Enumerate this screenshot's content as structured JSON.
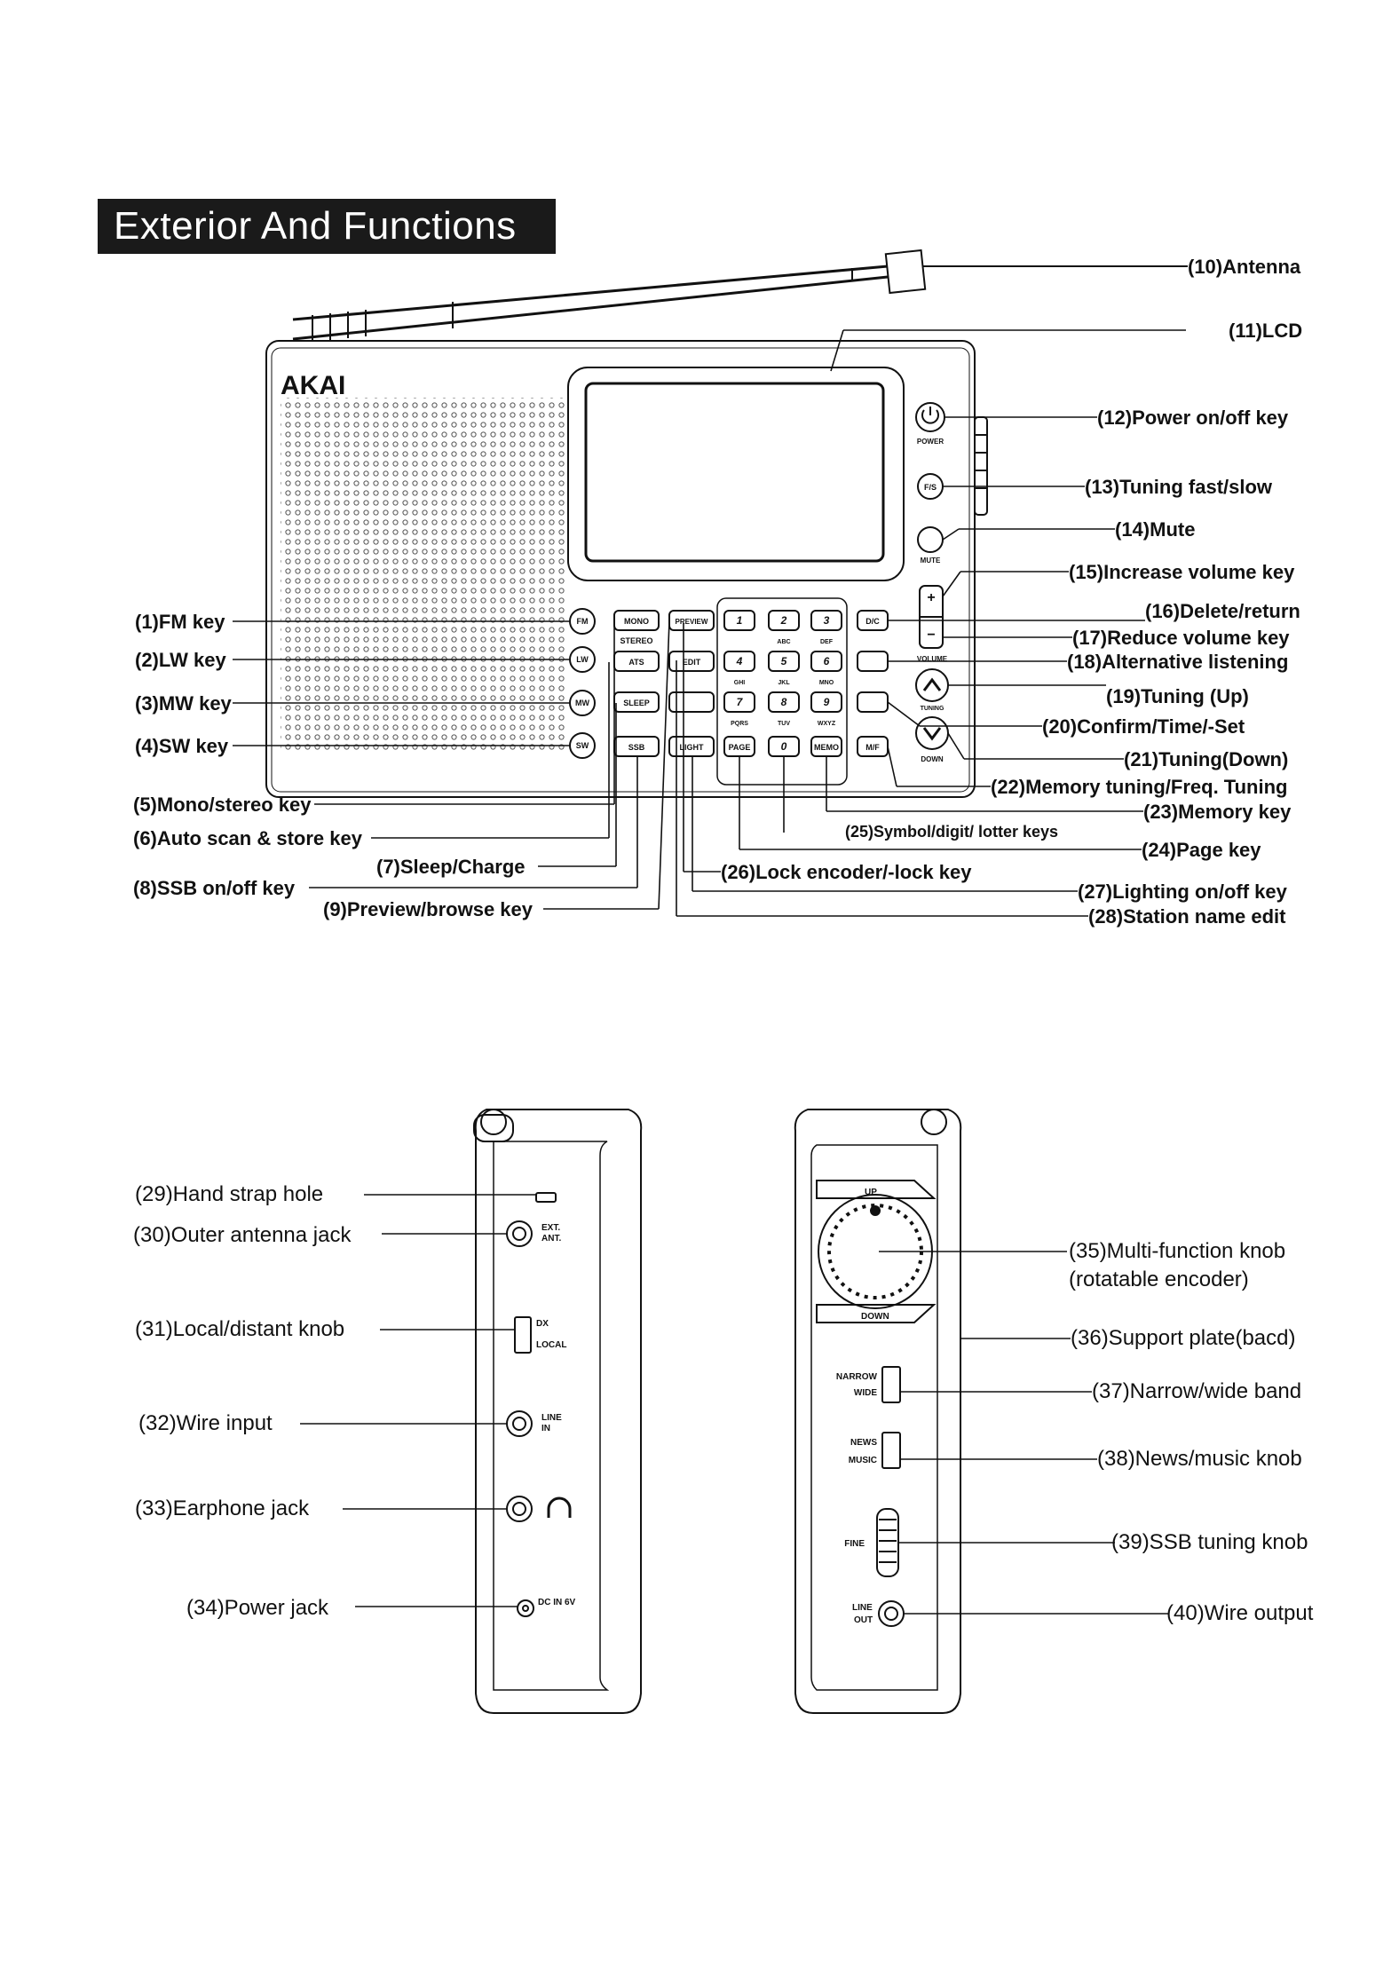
{
  "title": "Exterior And Functions",
  "brand": "AKAI",
  "front_keys": {
    "fm": "FM",
    "lw": "LW",
    "mw": "MW",
    "sw": "SW",
    "mono": "MONO",
    "stereo": "STEREO",
    "ats": "ATS",
    "sleep": "SLEEP",
    "ssb": "SSB",
    "preview": "PREVIEW",
    "edit": "EDIT",
    "light": "LIGHT",
    "page": "PAGE",
    "memo": "MEMO",
    "dc": "D/C",
    "mf": "M/F",
    "power": "POWER",
    "fs": "F/S",
    "mute": "MUTE",
    "volume": "VOLUME",
    "tuning": "TUNING",
    "down": "DOWN",
    "plus": "+",
    "minus": "−",
    "digits": [
      "1",
      "2",
      "3",
      "4",
      "5",
      "6",
      "7",
      "8",
      "9",
      "0"
    ],
    "letters": [
      "ABC",
      "DEF",
      "GHI",
      "JKL",
      "MNO",
      "PQRS",
      "TUV",
      "WXYZ"
    ]
  },
  "side_left_text": {
    "ext_ant": "EXT.",
    "ext_ant2": "ANT.",
    "dx": "DX",
    "local": "LOCAL",
    "line": "LINE",
    "in": "IN",
    "dcin": "DC IN 6V"
  },
  "side_right_text": {
    "up": "UP",
    "down": "DOWN",
    "narrow": "NARROW",
    "wide": "WIDE",
    "news": "NEWS",
    "music": "MUSIC",
    "fine": "FINE",
    "line": "LINE",
    "out": "OUT"
  },
  "labels": {
    "l1": "(1)FM  key",
    "l2": "(2)LW  key",
    "l3": "(3)MW  key",
    "l4": "(4)SW  key",
    "l5": "(5)Mono/stereo key",
    "l6": "(6)Auto scan & store key",
    "l7": "(7)Sleep/Charge",
    "l8": "(8)SSB on/off key",
    "l9": "(9)Preview/browse key",
    "l10": "(10)Antenna",
    "l11": "(11)LCD",
    "l12": "(12)Power on/off key",
    "l13": "(13)Tuning fast/slow",
    "l14": "(14)Mute",
    "l15": "(15)Increase volume key",
    "l16": "(16)Delete/return",
    "l17": "(17)Reduce volume key",
    "l18": "(18)Alternative listening",
    "l19": "(19)Tuning (Up)",
    "l20": "(20)Confirm/Time/-Set",
    "l21": "(21)Tuning(Down)",
    "l22": "(22)Memory tuning/Freq. Tuning",
    "l23": "(23)Memory key",
    "l24": "(24)Page key",
    "l25": "(25)Symbol/digit/ lotter keys",
    "l26": "(26)Lock encoder/-lock key",
    "l27": "(27)Lighting on/off key",
    "l28": "(28)Station name edit",
    "l29": "(29)Hand strap hole",
    "l30": "(30)Outer antenna jack",
    "l31": "(31)Local/distant knob",
    "l32": "(32)Wire input",
    "l33": "(33)Earphone jack",
    "l34": "(34)Power jack",
    "l35a": "(35)Multi-function knob",
    "l35b": "(rotatable encoder)",
    "l36": "(36)Support plate(bacd)",
    "l37": "(37)Narrow/wide band",
    "l38": "(38)News/music knob",
    "l39": "(39)SSB tuning knob",
    "l40": "(40)Wire output"
  }
}
